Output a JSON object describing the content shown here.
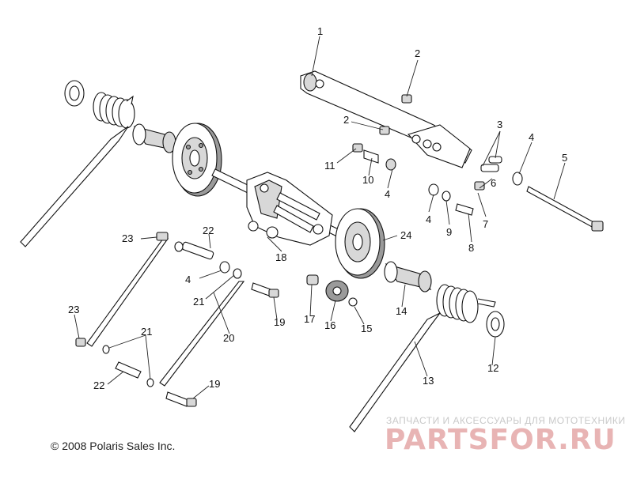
{
  "callouts": [
    "1",
    "2",
    "2",
    "3",
    "4",
    "5",
    "11",
    "10",
    "4",
    "6",
    "4",
    "9",
    "7",
    "8",
    "23",
    "22",
    "18",
    "24",
    "4",
    "21",
    "19",
    "17",
    "16",
    "15",
    "14",
    "23",
    "21",
    "20",
    "22",
    "19",
    "13",
    "12"
  ],
  "copyright": "© 2008 Polaris Sales Inc.",
  "watermark": {
    "line": "ЗАПЧАСТИ И АКСЕССУАРЫ ДЛЯ МОТОТЕХНИКИ",
    "logo": "PARTSFOR.RU"
  }
}
